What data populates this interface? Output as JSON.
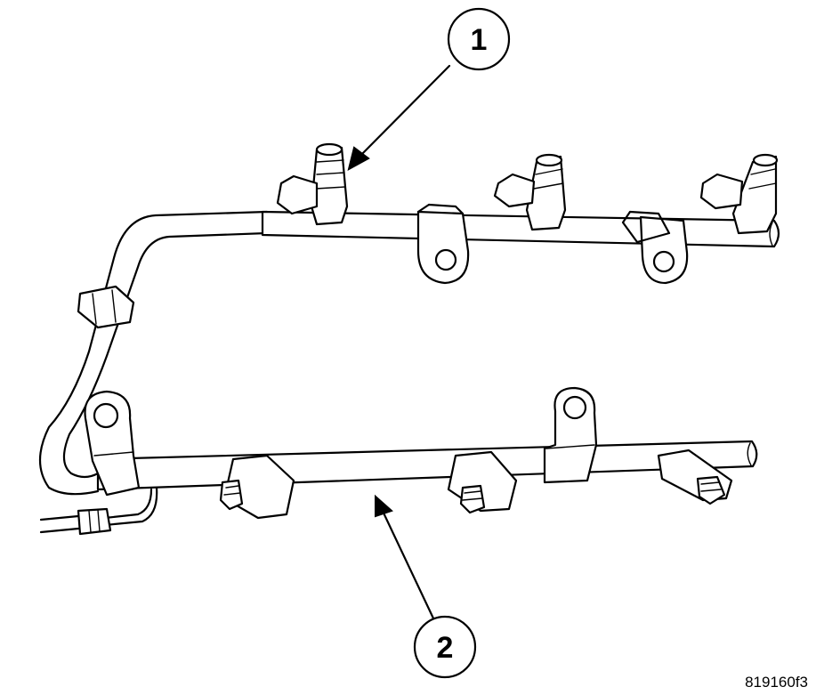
{
  "callouts": [
    {
      "label": "1"
    },
    {
      "label": "2"
    }
  ],
  "figure_id": "819160f3"
}
